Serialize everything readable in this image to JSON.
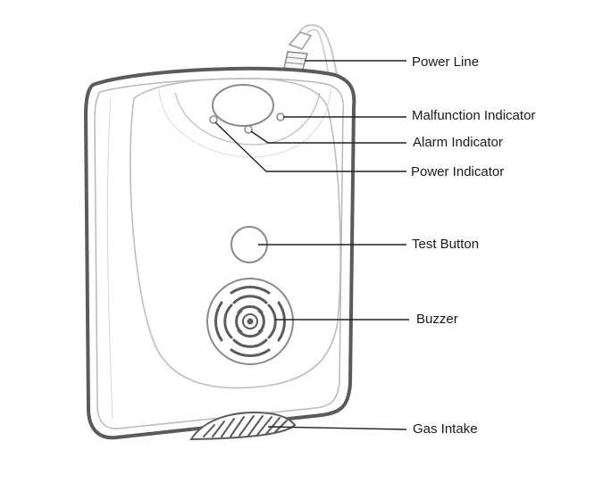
{
  "labels": {
    "power_line": "Power Line",
    "malfunction_indicator": "Malfunction Indicator",
    "alarm_indicator": "Alarm Indicator",
    "power_indicator": "Power Indicator",
    "test_button": "Test Button",
    "buzzer": "Buzzer",
    "gas_intake": "Gas Intake"
  },
  "colors": {
    "outline": "#555555",
    "light_outline": "#bdbdbd",
    "leader_line": "#222222",
    "text": "#1a1a1a"
  }
}
